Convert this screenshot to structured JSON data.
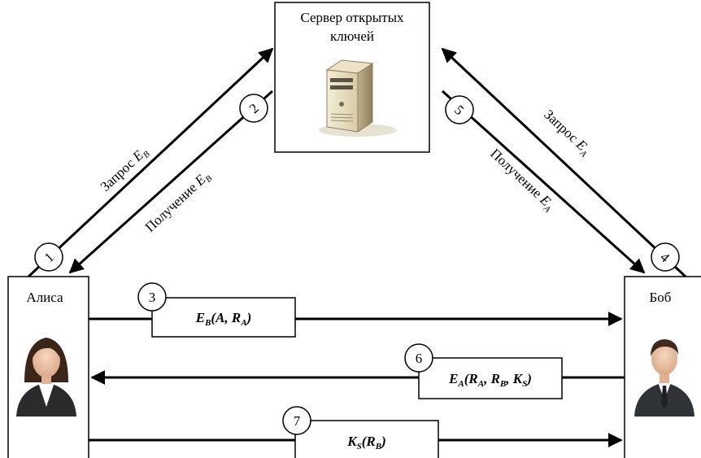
{
  "server": {
    "title_line1": "Сервер открытых",
    "title_line2": "ключей"
  },
  "alice": {
    "name": "Алиса"
  },
  "bob": {
    "name": "Боб"
  },
  "steps": {
    "s1": "1",
    "s2": "2",
    "s3": "3",
    "s4": "4",
    "s5": "5",
    "s6": "6",
    "s7": "7"
  },
  "labels": {
    "req_eb": {
      "text": "Запрос ",
      "e": "E",
      "sub": "B"
    },
    "get_eb": {
      "text": "Получение ",
      "e": "E",
      "sub": "B"
    },
    "req_ea": {
      "text": "Запрос ",
      "e": "E",
      "sub": "A"
    },
    "get_ea": {
      "text": "Получение ",
      "e": "E",
      "sub": "A"
    }
  },
  "messages": {
    "m3": {
      "f": "E",
      "fsub": "B",
      "a1": "A",
      "sep": ", ",
      "a2": "R",
      "a2sub": "A"
    },
    "m6": {
      "f": "E",
      "fsub": "A",
      "a1": "R",
      "a1sub": "A",
      "a2": "R",
      "a2sub": "B",
      "a3": "K",
      "a3sub": "S"
    },
    "m7": {
      "f": "K",
      "fsub": "S",
      "a1": "R",
      "a1sub": "B"
    }
  }
}
